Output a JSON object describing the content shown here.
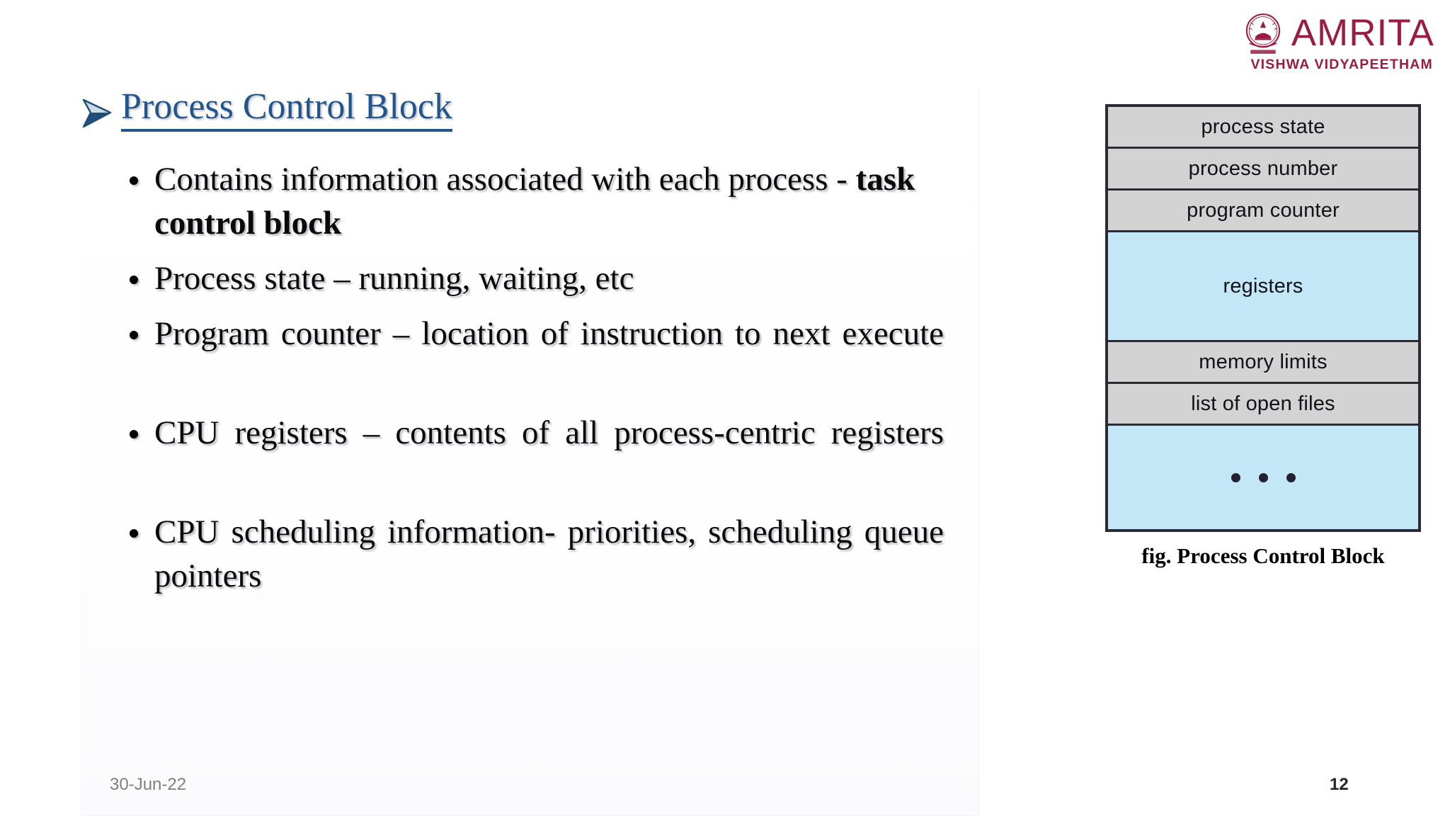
{
  "slide": {
    "background_color": "#ffffff",
    "accent_blue": "#21558C",
    "brand_crimson": "#9B1C41"
  },
  "logo": {
    "emblem_name": "amrita-emblem-icon",
    "wordmark": "AMRITA",
    "subtitle": "VISHWA VIDYAPEETHAM"
  },
  "heading": {
    "bullet_icon": "arrow-bullet-icon",
    "text": "Process Control Block"
  },
  "bullets": [
    {
      "id": "contains-information",
      "prefix": "Contains information associated with each process - ",
      "bold": "task control block",
      "justify": false
    },
    {
      "id": "process-state",
      "prefix": "Process state – running, waiting, etc",
      "bold": "",
      "justify": false
    },
    {
      "id": "program-counter",
      "prefix": "Program counter – location of instruction to next execute",
      "bold": "",
      "justify": true
    },
    {
      "id": "cpu-registers",
      "prefix": "CPU registers – contents of all process-centric registers",
      "bold": "",
      "justify": true
    },
    {
      "id": "cpu-scheduling",
      "prefix": "CPU scheduling information- priorities, scheduling queue pointers",
      "bold": "",
      "justify": true
    }
  ],
  "pcb_figure": {
    "caption": "fig. Process Control Block",
    "colors": {
      "gray": "#d3d3d3",
      "blue": "#c4e7f8",
      "border": "#2b2b35"
    },
    "rows": [
      {
        "label": "process state",
        "fill": "gray",
        "size": "h-sm"
      },
      {
        "label": "process number",
        "fill": "gray",
        "size": "h-sm"
      },
      {
        "label": "program counter",
        "fill": "gray",
        "size": "h-sm"
      },
      {
        "label": "registers",
        "fill": "blue",
        "size": "h-lg"
      },
      {
        "label": "memory limits",
        "fill": "gray",
        "size": "h-sm"
      },
      {
        "label": "list of open files",
        "fill": "gray",
        "size": "h-sm"
      },
      {
        "label": "",
        "fill": "blue",
        "size": "h-xl",
        "dots": 3
      }
    ]
  },
  "footer": {
    "date": "30-Jun-22",
    "page_number": "12"
  }
}
